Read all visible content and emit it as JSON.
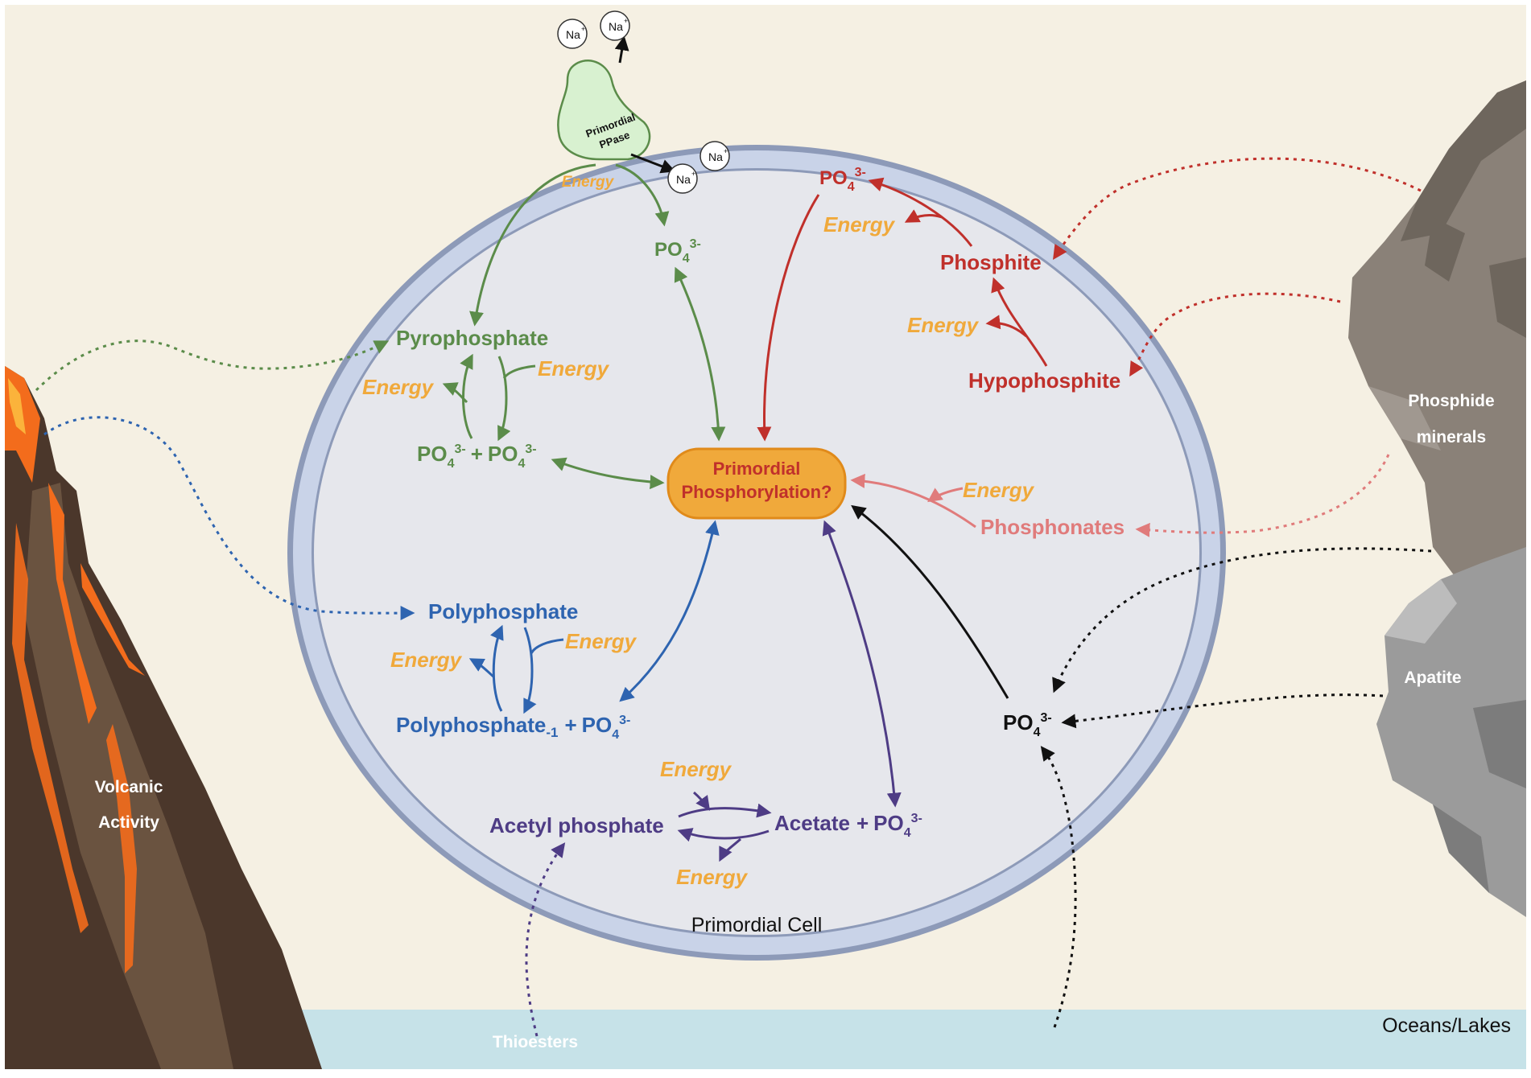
{
  "environment": {
    "volcano_label_line1": "Volcanic",
    "volcano_label_line2": "Activity",
    "rock_label_line1": "Phosphide",
    "rock_label_line2": "minerals",
    "apatite_label": "Apatite",
    "water_label": "Oceans/Lakes",
    "thioesters_label": "Thioesters"
  },
  "cell": {
    "label": "Primordial Cell",
    "center_line1": "Primordial",
    "center_line2": "Phosphorylation?",
    "ppase_line1": "Primordial",
    "ppase_line2": "PPase",
    "ion": "Na",
    "ion_charge": "+"
  },
  "species": {
    "energy": "Energy",
    "phosphate": "PO",
    "phosphate_sub": "4",
    "phosphate_sup": "3-",
    "plus": "+",
    "pyrophosphate": "Pyrophosphate",
    "polyphosphate": "Polyphosphate",
    "polyphosphate_minus": "Polyphosphate",
    "polyphosphate_minus_sub": "-1",
    "acetyl_phosphate": "Acetyl phosphate",
    "acetate": "Acetate",
    "phosphite": "Phosphite",
    "hypophosphite": "Hypophosphite",
    "phosphonates": "Phosphonates"
  },
  "colors": {
    "green": "#5b8c4a",
    "blue": "#2e64b0",
    "purple": "#4e3c85",
    "red": "#c0302b",
    "pink": "#e07b7b",
    "orange": "#f0a93b",
    "black": "#111111",
    "background": "#f5f0e3",
    "cell_fill": "#e6e7ec",
    "membrane": "#c9d3e8",
    "membrane_edge": "#8d9ab8",
    "center_fill": "#f0a93b",
    "center_text": "#c0302b",
    "water": "#c6e2e8"
  }
}
